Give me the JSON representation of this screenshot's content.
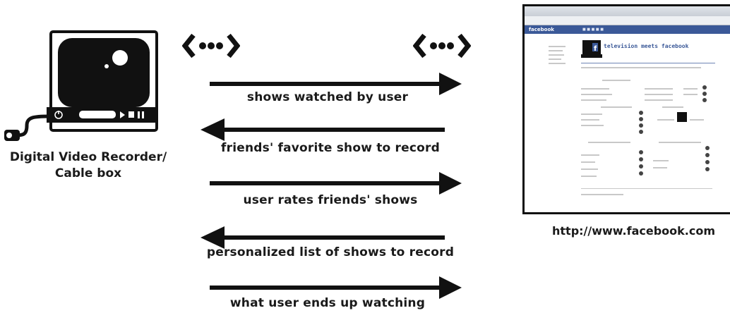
{
  "diagram": {
    "dvr_caption_line1": "Digital Video Recorder/",
    "dvr_caption_line2": "Cable box",
    "website_url": "http://www.facebook.com",
    "messages": [
      {
        "text": "shows watched by user",
        "direction": "right"
      },
      {
        "text": "friends' favorite show to record",
        "direction": "left"
      },
      {
        "text": "user rates friends' shows",
        "direction": "right"
      },
      {
        "text": "personalized list of shows to record",
        "direction": "left"
      },
      {
        "text": "what user ends up watching",
        "direction": "right"
      }
    ],
    "screenshot": {
      "logo": "facebook",
      "title": "television meets facebook"
    }
  },
  "icons": {
    "dvr": "tv-dvr-icon",
    "left_signal": "signal-waves-icon",
    "right_signal": "signal-waves-icon"
  }
}
